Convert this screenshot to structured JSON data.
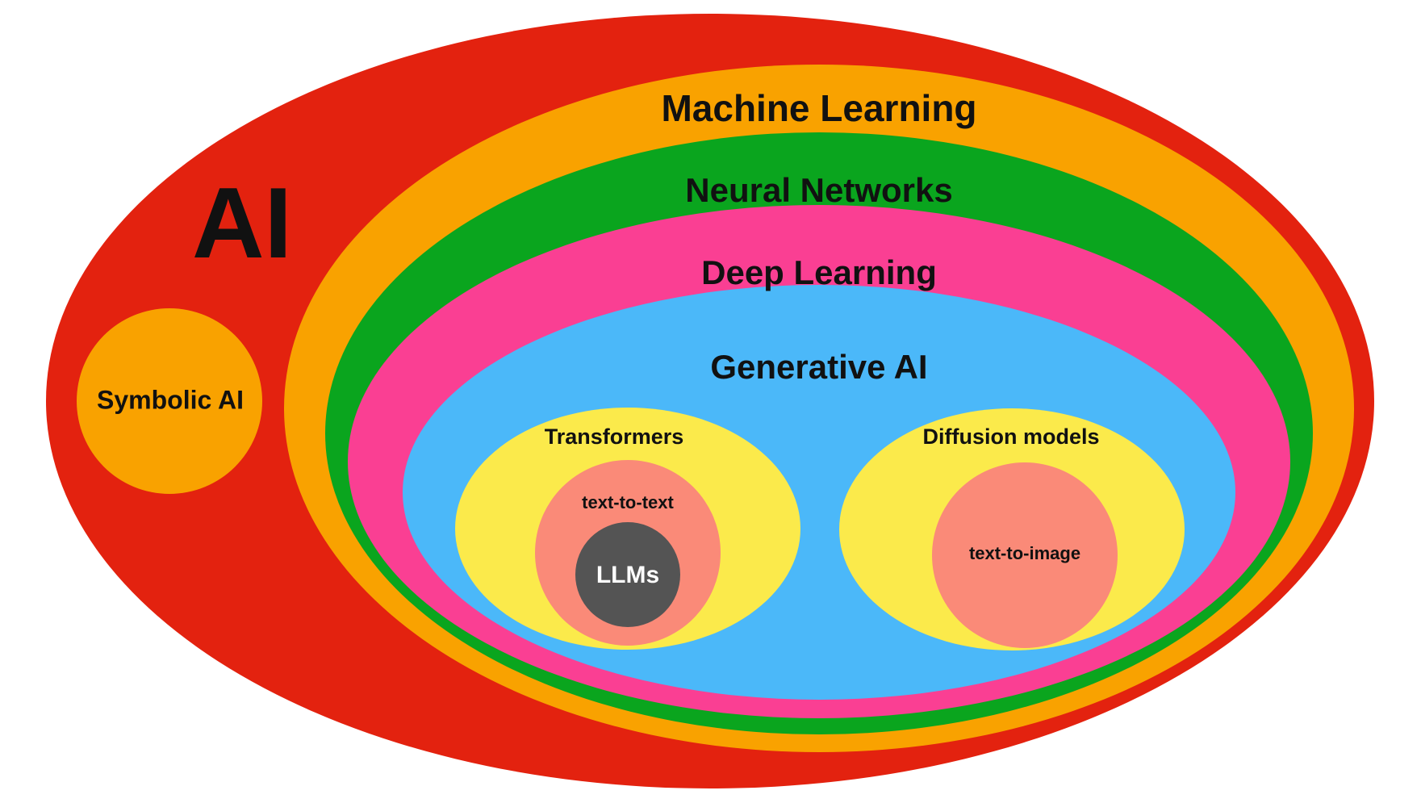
{
  "diagram": {
    "ai": {
      "label": "AI",
      "color": "#e3220f"
    },
    "symbolic_ai": {
      "label": "Symbolic AI",
      "color": "#f9a200"
    },
    "machine_learning": {
      "label": "Machine Learning",
      "color": "#f9a200"
    },
    "neural_networks": {
      "label": "Neural Networks",
      "color": "#0aa51e"
    },
    "deep_learning": {
      "label": "Deep Learning",
      "color": "#fa3f93"
    },
    "generative_ai": {
      "label": "Generative AI",
      "color": "#4bb8f9"
    },
    "transformers": {
      "label": "Transformers",
      "color": "#fbea4b"
    },
    "text_to_text": {
      "label": "text-to-text",
      "color": "#fa8a78"
    },
    "llms": {
      "label": "LLMs",
      "color": "#545454"
    },
    "diffusion_models": {
      "label": "Diffusion models",
      "color": "#fbea4b"
    },
    "text_to_image": {
      "label": "text-to-image",
      "color": "#fa8a78"
    }
  }
}
